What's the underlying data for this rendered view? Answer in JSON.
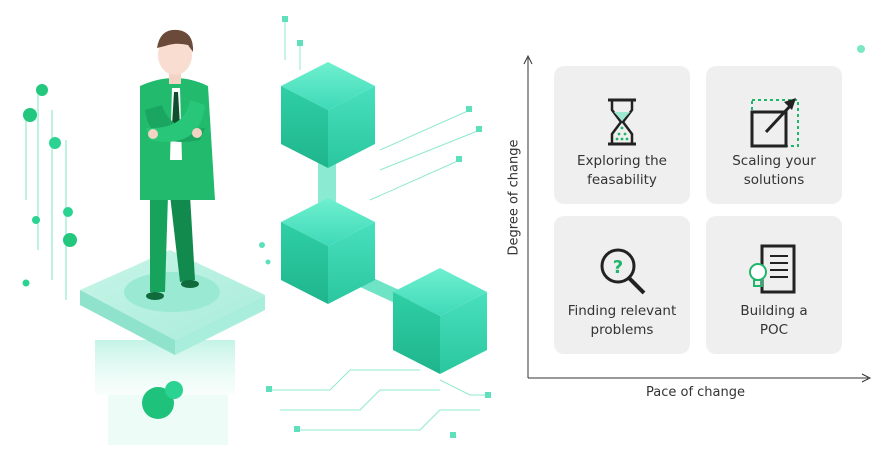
{
  "colors": {
    "accent_green": "#1fb56b",
    "accent_teal": "#3ed9b8",
    "card_bg": "#efefef",
    "axis": "#333333"
  },
  "matrix": {
    "y_axis_label": "Degree of change",
    "x_axis_label": "Pace of change",
    "cards": [
      {
        "label": "Exploring the\nfeasability",
        "icon": "hourglass-icon"
      },
      {
        "label": "Scaling your\nsolutions",
        "icon": "scale-expand-icon"
      },
      {
        "label": "Finding relevant\nproblems",
        "icon": "magnifier-question-icon"
      },
      {
        "label": "Building a\nPOC",
        "icon": "document-lightbulb-icon"
      }
    ]
  }
}
